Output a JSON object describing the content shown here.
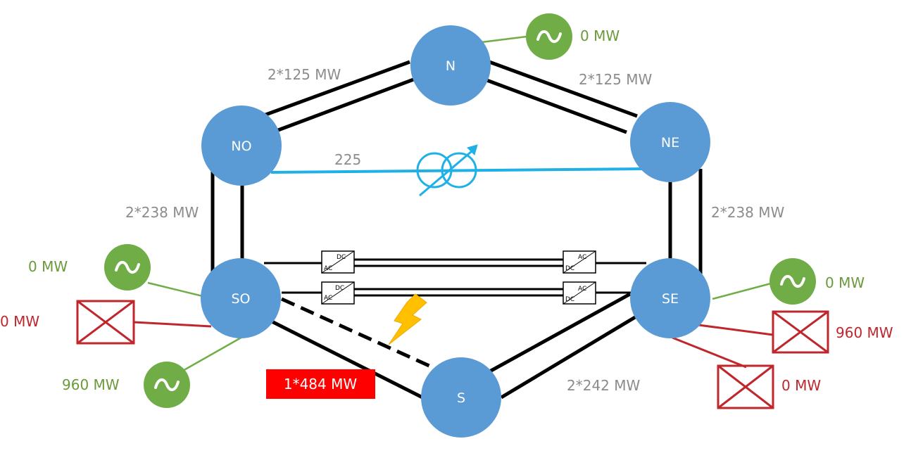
{
  "nodes": {
    "N": {
      "label": "N"
    },
    "NO": {
      "label": "NO"
    },
    "NE": {
      "label": "NE"
    },
    "SO": {
      "label": "SO"
    },
    "SE": {
      "label": "SE"
    },
    "S": {
      "label": "S"
    }
  },
  "lines": {
    "n_no": "2*125 MW",
    "n_ne": "2*125 MW",
    "no_so": "2*238 MW",
    "ne_se": "2*238 MW",
    "se_s": "2*242 MW",
    "so_s_faulted": "1*484 MW",
    "no_ne_pst": "225"
  },
  "generators": {
    "n": "0 MW",
    "so_top": "0 MW",
    "so_bottom": "960 MW",
    "se": "0 MW"
  },
  "loads": {
    "so": "0 MW",
    "se_top": "960 MW",
    "se_bottom": "0 MW"
  },
  "converters": {
    "left_top": {
      "top": "DC",
      "bottom": "AC"
    },
    "right_top": {
      "top": "AC",
      "bottom": "DC"
    },
    "left_bot": {
      "top": "DC",
      "bottom": "AC"
    },
    "right_bot": {
      "top": "AC",
      "bottom": "DC"
    }
  },
  "colors": {
    "node": "#5b9bd5",
    "generator": "#70ad47",
    "load": "#c0272d",
    "pst": "#1fb0e6",
    "fault_bg": "#ff0000",
    "lightning": "#ffc000"
  }
}
